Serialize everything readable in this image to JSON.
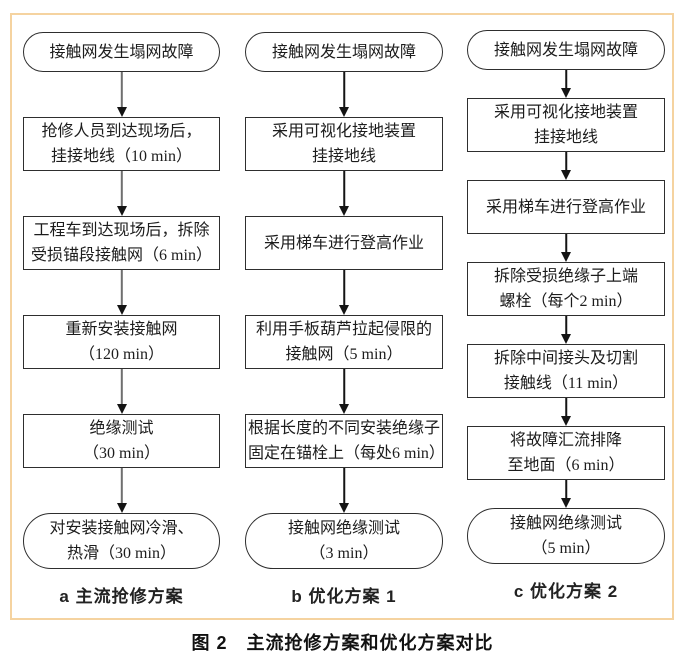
{
  "caption": "图 2　主流抢修方案和优化方案对比",
  "colors": {
    "frame_border": "#F5D3A0",
    "node_border": "#2e2e2e",
    "arrow_black": "#141414",
    "arrow_gray_shaft": "#6f6f6f"
  },
  "columns": [
    {
      "label": "a 主流抢修方案",
      "nodes": [
        {
          "shape": "terminal",
          "lines": [
            "接触网发生塌网故障"
          ]
        },
        {
          "shape": "process",
          "lines": [
            "抢修人员到达现场后，",
            "挂接地线（10 min）"
          ]
        },
        {
          "shape": "process",
          "lines": [
            "工程车到达现场后，拆除",
            "受损锚段接触网（6 min）"
          ]
        },
        {
          "shape": "process",
          "lines": [
            "重新安装接触网",
            "（120 min）"
          ]
        },
        {
          "shape": "process",
          "lines": [
            "绝缘测试",
            "（30 min）"
          ]
        },
        {
          "shape": "terminal",
          "lines": [
            "对安装接触网冷滑、",
            "热滑（30 min）"
          ]
        }
      ]
    },
    {
      "label": "b 优化方案 1",
      "nodes": [
        {
          "shape": "terminal",
          "lines": [
            "接触网发生塌网故障"
          ]
        },
        {
          "shape": "process",
          "lines": [
            "采用可视化接地装置",
            "挂接地线"
          ]
        },
        {
          "shape": "process",
          "lines": [
            "采用梯车进行登高作业"
          ]
        },
        {
          "shape": "process",
          "lines": [
            "利用手板葫芦拉起侵限的",
            "接触网（5 min）"
          ]
        },
        {
          "shape": "process",
          "lines": [
            "根据长度的不同安装绝缘子",
            "固定在锚栓上（每处6 min）"
          ]
        },
        {
          "shape": "terminal",
          "lines": [
            "接触网绝缘测试",
            "（3 min）"
          ]
        }
      ]
    },
    {
      "label": "c 优化方案 2",
      "nodes": [
        {
          "shape": "terminal",
          "lines": [
            "接触网发生塌网故障"
          ]
        },
        {
          "shape": "process",
          "lines": [
            "采用可视化接地装置",
            "挂接地线"
          ]
        },
        {
          "shape": "process",
          "lines": [
            "采用梯车进行登高作业"
          ]
        },
        {
          "shape": "process",
          "lines": [
            "拆除受损绝缘子上端",
            "螺栓（每个2 min）"
          ]
        },
        {
          "shape": "process",
          "lines": [
            "拆除中间接头及切割",
            "接触线（11 min）"
          ]
        },
        {
          "shape": "process",
          "lines": [
            "将故障汇流排降",
            "至地面（6 min）"
          ]
        },
        {
          "shape": "terminal",
          "lines": [
            "接触网绝缘测试",
            "（5 min）"
          ]
        }
      ]
    }
  ]
}
